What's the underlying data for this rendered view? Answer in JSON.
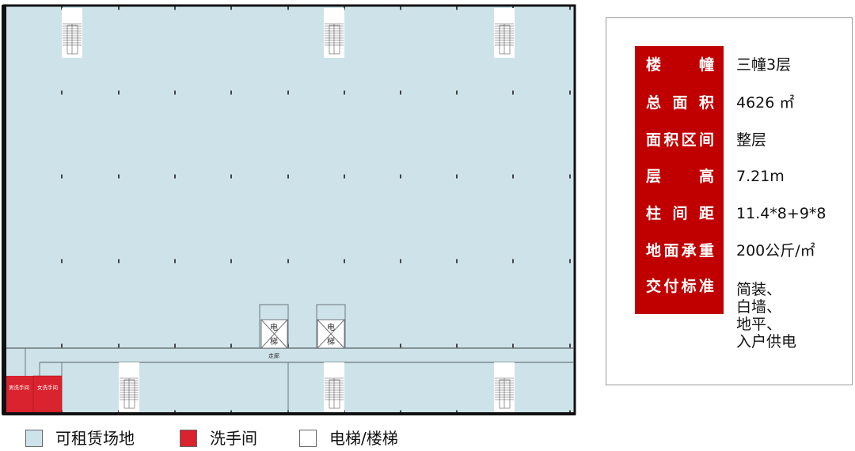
{
  "floor_plan": {
    "corridor_label": "走廊",
    "elevator_label_1": "电",
    "elevator_label_2": "梯",
    "toilet_men": "男洗手间",
    "toilet_women": "女洗手间",
    "colors": {
      "rentable": "#cde3e9",
      "toilet": "#d9232e",
      "wall": "#111111",
      "line": "#707a80"
    }
  },
  "info": {
    "rows": [
      {
        "label": "楼幢",
        "value": "三幢3层"
      },
      {
        "label": "总面积",
        "value": "4626 ㎡"
      },
      {
        "label": "面积区间",
        "value": "整层"
      },
      {
        "label": "层高",
        "value": "7.21m"
      },
      {
        "label": "柱间距",
        "value": "11.4*8+9*8"
      },
      {
        "label": "地面承重",
        "value": "200公斤/㎡"
      },
      {
        "label": "交付标准",
        "value": "简装、\n白墙、\n地平、\n入户供电"
      }
    ],
    "accent": "#c00000"
  },
  "legend": [
    {
      "label": "可租赁场地",
      "color": "#cde3e9"
    },
    {
      "label": "洗手间",
      "color": "#d9232e"
    },
    {
      "label": "电梯/楼梯",
      "color": "#ffffff"
    }
  ]
}
